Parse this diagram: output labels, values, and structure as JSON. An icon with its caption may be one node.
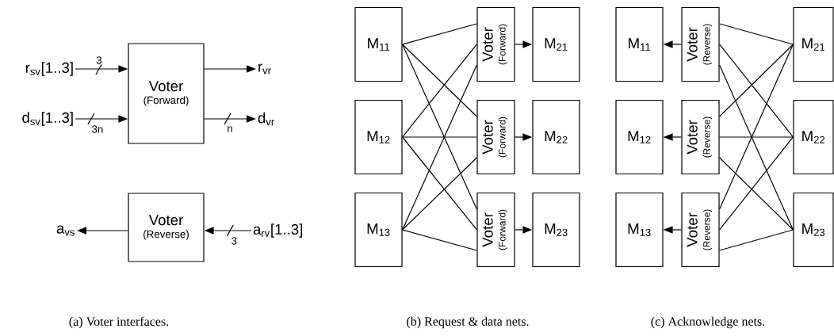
{
  "diagram": {
    "nodes": [
      {
        "text": [
          "r$_{sv}$[1..3]"
        ]
      },
      {
        "text": [
          "d$_{sv}$[1..3]"
        ]
      },
      {
        "text": [
          "Voter",
          "(Forward)"
        ]
      },
      {
        "text": [
          "r$_{vr}$"
        ]
      },
      {
        "text": [
          "d$_{vr}$"
        ]
      },
      {
        "text": [
          "a$_{vs}$"
        ]
      },
      {
        "text": [
          "Voter",
          "(Reverse)"
        ]
      },
      {
        "text": [
          "a$_{rv}$[1..3]"
        ]
      },
      {
        "text": [
          "M$_{11}$"
        ]
      },
      {
        "text": [
          "M$_{12}$"
        ]
      },
      {
        "text": [
          "M$_{13}$"
        ]
      },
      {
        "text": [
          "Voter",
          "(Forward)"
        ]
      },
      {
        "text": [
          "Voter",
          "(Forward)"
        ]
      },
      {
        "text": [
          "Voter",
          "(Forward)"
        ]
      },
      {
        "text": [
          "M$_{21}$"
        ]
      },
      {
        "text": [
          "M$_{22}$"
        ]
      },
      {
        "text": [
          "M$_{23}$"
        ]
      },
      {
        "text": [
          "M$_{11}$"
        ]
      },
      {
        "text": [
          "M$_{12}$"
        ]
      },
      {
        "text": [
          "M$_{13}$"
        ]
      },
      {
        "text": [
          "Voter",
          "(Reverse)"
        ]
      },
      {
        "text": [
          "Voter",
          "(Reverse)"
        ]
      },
      {
        "text": [
          "Voter",
          "(Reverse)"
        ]
      },
      {
        "text": [
          "M$_{21}$"
        ]
      },
      {
        "text": [
          "M$_{22}$"
        ]
      },
      {
        "text": [
          "M$_{23}$"
        ]
      }
    ],
    "edges": [
      {
        "from": 0,
        "to": 2,
        "arrow": "to",
        "label": "3"
      },
      {
        "from": 1,
        "to": 2,
        "arrow": "to",
        "label": "3n"
      },
      {
        "from": 2,
        "to": 3,
        "arrow": "to"
      },
      {
        "from": 2,
        "to": 4,
        "arrow": "to",
        "label": "n"
      },
      {
        "from": 6,
        "to": 5,
        "arrow": "to"
      },
      {
        "from": 7,
        "to": 6,
        "arrow": "to",
        "label": "3"
      },
      {
        "from": 8,
        "to": 11,
        "arrow": "none"
      },
      {
        "from": 8,
        "to": 12,
        "arrow": "none"
      },
      {
        "from": 8,
        "to": 13,
        "arrow": "none"
      },
      {
        "from": 9,
        "to": 11,
        "arrow": "none"
      },
      {
        "from": 9,
        "to": 12,
        "arrow": "none"
      },
      {
        "from": 9,
        "to": 13,
        "arrow": "none"
      },
      {
        "from": 10,
        "to": 11,
        "arrow": "none"
      },
      {
        "from": 10,
        "to": 12,
        "arrow": "none"
      },
      {
        "from": 10,
        "to": 13,
        "arrow": "none"
      },
      {
        "from": 11,
        "to": 14,
        "arrow": "to"
      },
      {
        "from": 12,
        "to": 15,
        "arrow": "to"
      },
      {
        "from": 13,
        "to": 16,
        "arrow": "to"
      },
      {
        "from": 23,
        "to": 20,
        "arrow": "none"
      },
      {
        "from": 23,
        "to": 21,
        "arrow": "none"
      },
      {
        "from": 23,
        "to": 22,
        "arrow": "none"
      },
      {
        "from": 24,
        "to": 20,
        "arrow": "none"
      },
      {
        "from": 24,
        "to": 21,
        "arrow": "none"
      },
      {
        "from": 24,
        "to": 22,
        "arrow": "none"
      },
      {
        "from": 25,
        "to": 20,
        "arrow": "none"
      },
      {
        "from": 25,
        "to": 21,
        "arrow": "none"
      },
      {
        "from": 25,
        "to": 22,
        "arrow": "none"
      },
      {
        "from": 20,
        "to": 17,
        "arrow": "to"
      },
      {
        "from": 21,
        "to": 18,
        "arrow": "to"
      },
      {
        "from": 22,
        "to": 19,
        "arrow": "to"
      }
    ],
    "labels": [
      "(a) Voter interfaces.",
      "(b) Request & data nets.",
      "(c) Acknowledge nets."
    ]
  }
}
